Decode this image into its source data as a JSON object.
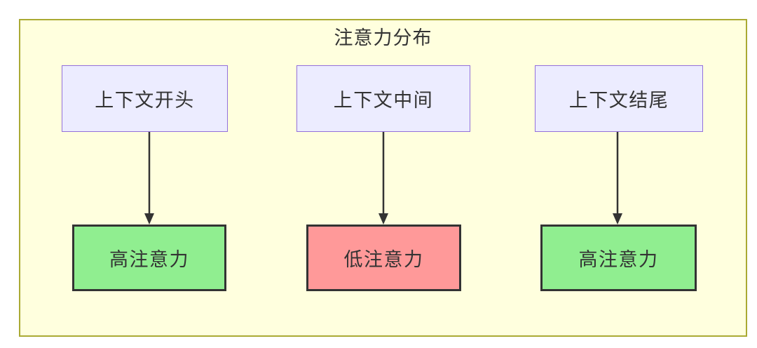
{
  "diagram": {
    "title": "注意力分布",
    "type": "flowchart",
    "nodes": {
      "context_start": {
        "label": "上下文开头",
        "kind": "context"
      },
      "context_middle": {
        "label": "上下文中间",
        "kind": "context"
      },
      "context_end": {
        "label": "上下文结尾",
        "kind": "context"
      },
      "result_left": {
        "label": "高注意力",
        "level": "high"
      },
      "result_middle": {
        "label": "低注意力",
        "level": "low"
      },
      "result_right": {
        "label": "高注意力",
        "level": "high"
      }
    },
    "edges": [
      {
        "from": "上下文开头",
        "to": "高注意力",
        "direction": "down"
      },
      {
        "from": "上下文中间",
        "to": "低注意力",
        "direction": "down"
      },
      {
        "from": "上下文结尾",
        "to": "高注意力",
        "direction": "down"
      }
    ],
    "colors": {
      "subgraph_bg": "#ffffde",
      "subgraph_border": "#aaaa33",
      "context_node_bg": "#ececff",
      "context_node_border": "#9370db",
      "high_attention_bg": "#90ee90",
      "low_attention_bg": "#ff9999",
      "result_node_border": "#333333",
      "text": "#333333",
      "arrow": "#333333",
      "page_bg": "#ffffff"
    }
  }
}
